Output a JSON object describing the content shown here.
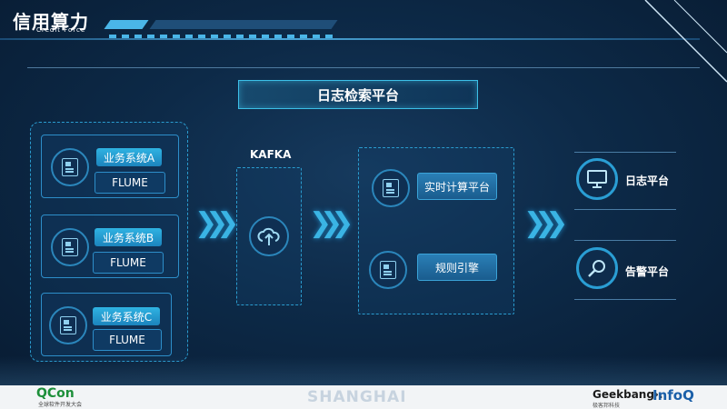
{
  "logo": {
    "title": "信用算力",
    "subtitle": "Credit Force"
  },
  "title": "日志检索平台",
  "sources": [
    {
      "system": "业务系统A",
      "agent": "FLUME"
    },
    {
      "system": "业务系统B",
      "agent": "FLUME"
    },
    {
      "system": "业务系统C",
      "agent": "FLUME"
    }
  ],
  "kafka_label": "KAFKA",
  "processing": [
    "实时计算平台",
    "规则引擎"
  ],
  "outputs": [
    "日志平台",
    "告警平台"
  ],
  "footer": {
    "left_logo": "QCon",
    "left_sub": "全球软件开发大会",
    "center": "SHANGHAI",
    "right_logo1": "Geekbang›.",
    "right_logo1_sub": "极客邦科技",
    "right_logo2": "InfoQ"
  },
  "colors": {
    "accent": "#3ab4e4",
    "background": "#0d2a48"
  }
}
